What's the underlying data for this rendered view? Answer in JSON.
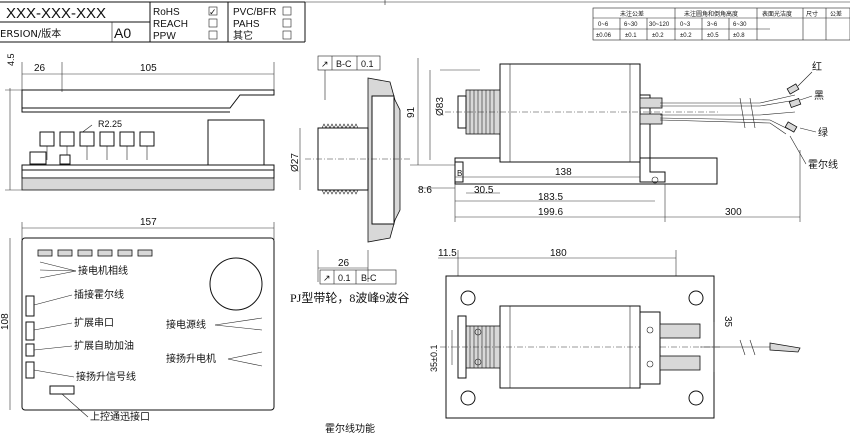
{
  "title_block": {
    "part_number": "XXX-XXX-XXX",
    "version_label": "ERSION/版本",
    "version_value": "A0",
    "compliance": [
      {
        "label": "RoHS",
        "checked": true
      },
      {
        "label": "REACH",
        "checked": false
      },
      {
        "label": "PPW",
        "checked": false
      },
      {
        "label": "PVC/BFR",
        "checked": false
      },
      {
        "label": "PAHS",
        "checked": false
      },
      {
        "label": "其它",
        "checked": false
      }
    ]
  },
  "tolerance_table": {
    "headers": [
      "未注公差",
      "未注圆角和倒角高度",
      "表面光洁度",
      "尺寸",
      "公差"
    ],
    "ranges_a": [
      "0~6",
      "6~30",
      "30~120"
    ],
    "values_a": [
      "±0.06",
      "±0.1",
      "±0.2"
    ],
    "ranges_b": [
      "0~3",
      "3~6",
      "6~30"
    ],
    "values_b": [
      "±0.2",
      "±0.5",
      "±0.8"
    ]
  },
  "pcb_side_view": {
    "dims": {
      "d1": "26",
      "d2": "105",
      "d3": "4.5",
      "radius": "R2.25"
    }
  },
  "pcb_top_view": {
    "dims": {
      "width": "157",
      "height": "108"
    },
    "labels": {
      "motor_phase": "接电机相线",
      "hall_wire": "插接霍尔线",
      "ext_serial": "扩展串口",
      "ext_lube": "扩展自助加油",
      "lift_signal": "接扬升信号线",
      "upper_comm": "上控通迅接口",
      "power_line": "接电源线",
      "lift_motor": "接扬升电机"
    }
  },
  "pulley_view": {
    "tolerance_top": {
      "symbol": "↗",
      "datum": "B-C",
      "value": "0.1"
    },
    "tolerance_bottom": {
      "symbol": "↗",
      "value": "0.1",
      "datum": "B-C"
    },
    "dims": {
      "dia": "Ø27",
      "length": "26"
    },
    "caption": "PJ型带轮，8波峰9波谷"
  },
  "motor_side_view": {
    "dims": {
      "d83": "Ø83",
      "d91": "91",
      "d138": "138",
      "d8_6": "8.6",
      "d30_5": "30.5",
      "d183_5": "183.5",
      "d199_6": "199.6",
      "d300": "300"
    },
    "datum": "B",
    "wires": {
      "red": "红",
      "black": "黑",
      "green": "绿",
      "hall": "霍尔线"
    }
  },
  "motor_top_view": {
    "dims": {
      "d11_5": "11.5",
      "d180": "180",
      "d35": "35",
      "d35_tol": "35±0.1"
    }
  },
  "footer": {
    "caption": "霍尔线功能"
  }
}
